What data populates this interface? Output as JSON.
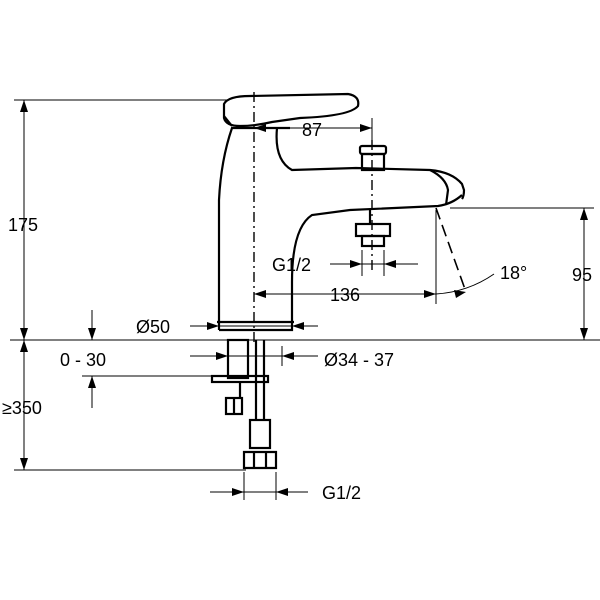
{
  "dimensions": {
    "height_total": "175",
    "spout_height": "95",
    "handle_offset": "87",
    "spout_reach": "136",
    "spout_angle": "18°",
    "base_diameter": "Ø50",
    "hole_diameter": "Ø34 - 37",
    "deck_thickness": "0 - 30",
    "hose_length": "≥350",
    "outlet_thread": "G1/2",
    "inlet_thread": "G1/2"
  }
}
